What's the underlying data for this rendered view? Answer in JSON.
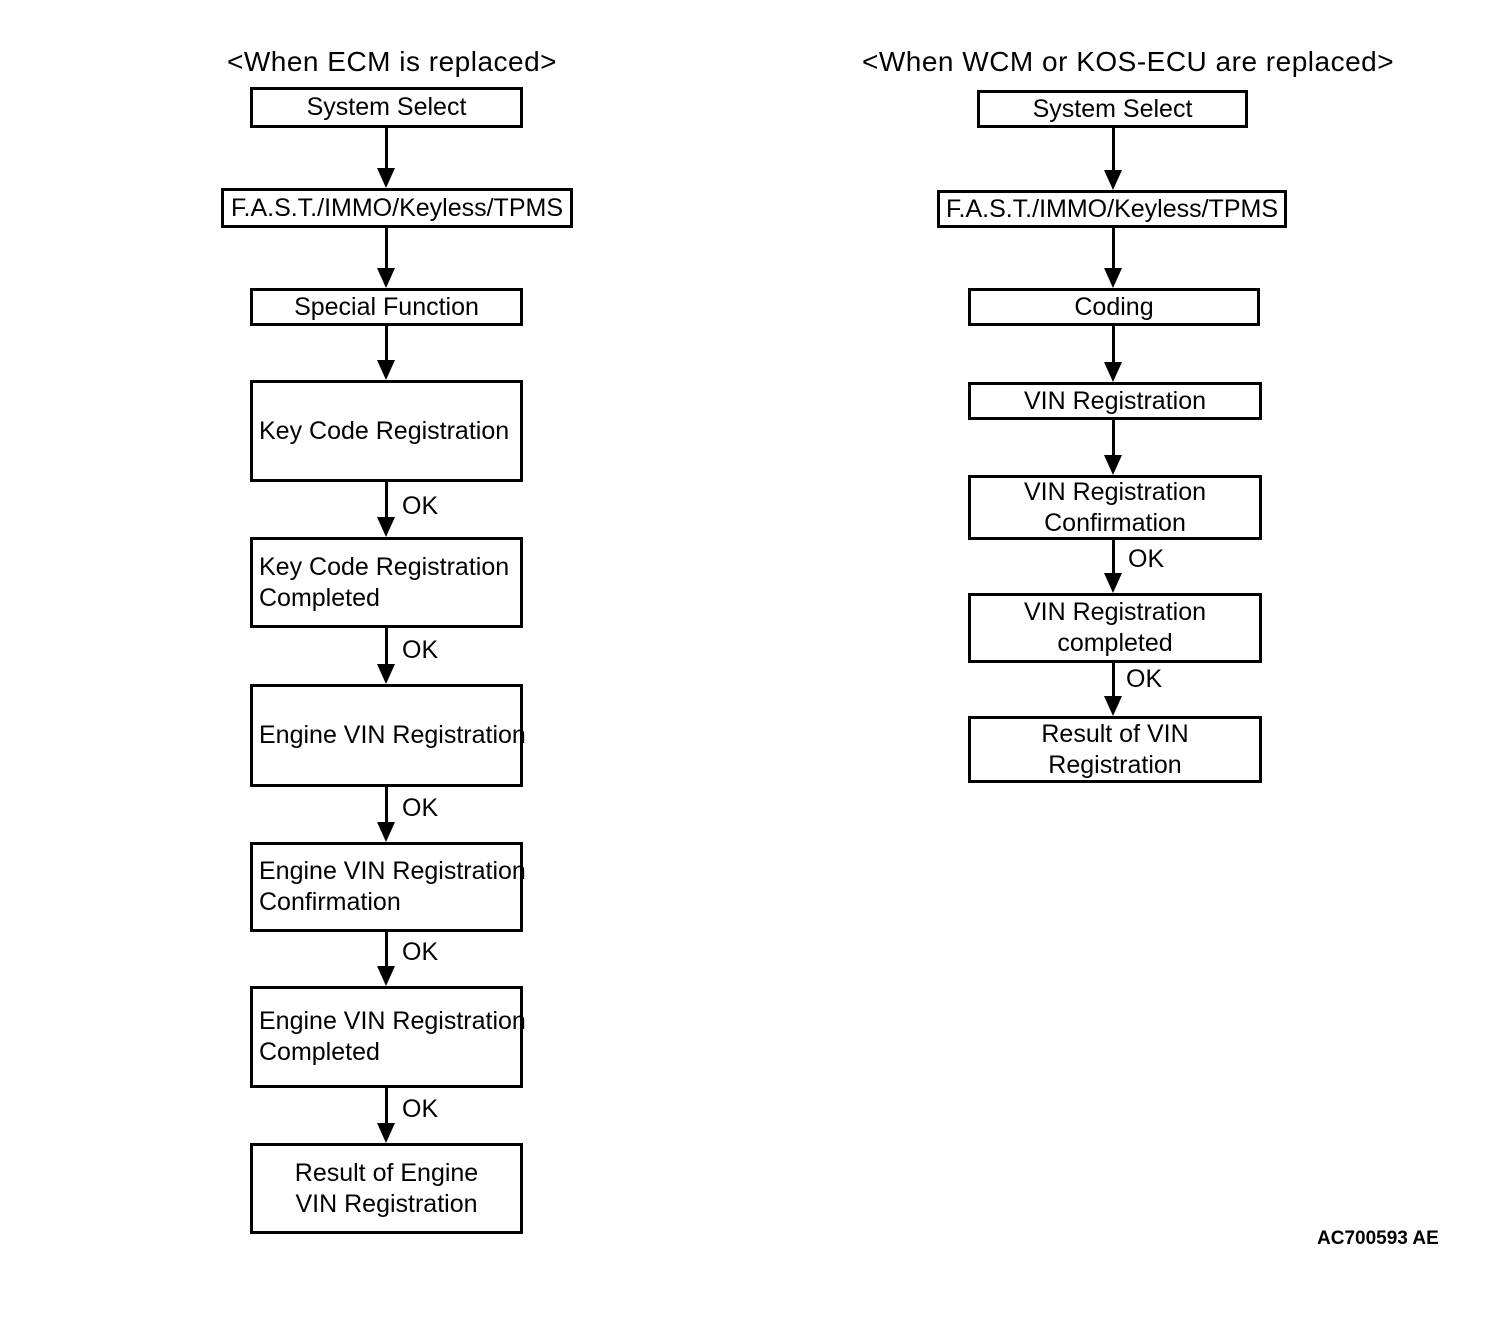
{
  "figure": {
    "code": "AC700593 AE",
    "ink_color": "#000000",
    "background_color": "#ffffff"
  },
  "charts": [
    {
      "title": "<When ECM is replaced>",
      "nodes": [
        {
          "label": "System Select"
        },
        {
          "label": "F.A.S.T./IMMO/Keyless/TPMS"
        },
        {
          "label": "Special Function"
        },
        {
          "label": "Key Code Registration"
        },
        {
          "lines": [
            "Key Code Registration",
            "Completed"
          ]
        },
        {
          "label": "Engine VIN Registration"
        },
        {
          "lines": [
            "Engine VIN Registration",
            "Confirmation"
          ]
        },
        {
          "lines": [
            "Engine VIN Registration",
            "Completed"
          ]
        },
        {
          "lines": [
            "Result of Engine",
            "VIN Registration"
          ]
        }
      ],
      "edge_labels": [
        null,
        null,
        null,
        "OK",
        "OK",
        "OK",
        "OK",
        "OK"
      ]
    },
    {
      "title": "<When WCM or KOS-ECU are replaced>",
      "nodes": [
        {
          "label": "System Select"
        },
        {
          "label": "F.A.S.T./IMMO/Keyless/TPMS"
        },
        {
          "label": "Coding"
        },
        {
          "label": "VIN Registration"
        },
        {
          "lines": [
            "VIN Registration",
            "Confirmation"
          ]
        },
        {
          "lines": [
            "VIN Registration",
            "completed"
          ]
        },
        {
          "lines": [
            "Result of VIN",
            "Registration"
          ]
        }
      ],
      "edge_labels": [
        null,
        null,
        null,
        null,
        "OK",
        "OK"
      ]
    }
  ]
}
